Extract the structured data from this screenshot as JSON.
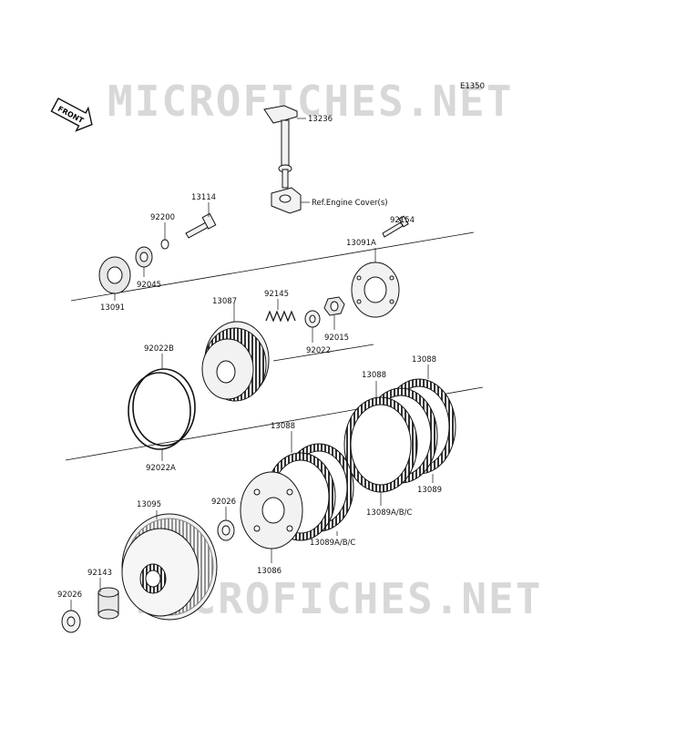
{
  "diagram_code": "E1350",
  "watermark_text": "MICROFICHES.NET",
  "front_label": "FRONT",
  "reference_note": "Ref.Engine Cover(s)",
  "parts": {
    "p13236": "13236",
    "p13114": "13114",
    "p92200": "92200",
    "p92154": "92154",
    "p13091A": "13091A",
    "p92045": "92045",
    "p13091": "13091",
    "p13087": "13087",
    "p92145": "92145",
    "p92022": "92022",
    "p92015": "92015",
    "p92022B": "92022B",
    "p92022A": "92022A",
    "p13088_top": "13088",
    "p13088_mid": "13088",
    "p13088_left": "13088",
    "p13089": "13089",
    "p13089ABC_right": "13089A/B/C",
    "p13089ABC_left": "13089A/B/C",
    "p13095": "13095",
    "p92026_mid": "92026",
    "p13086": "13086",
    "p92143": "92143",
    "p92026_left": "92026"
  },
  "colors": {
    "line": "#1a1a1a",
    "watermark": "#d8d8d8",
    "fill": "#f2f2f2"
  }
}
